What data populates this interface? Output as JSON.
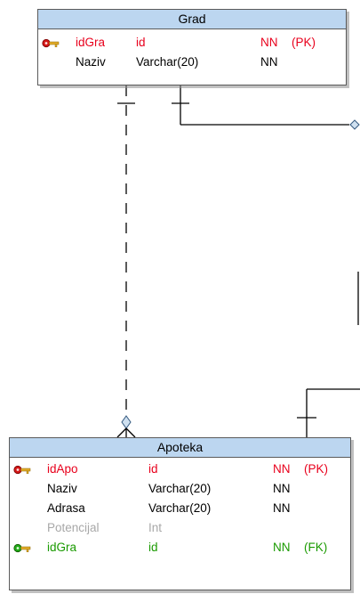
{
  "colors": {
    "pk": "#e8001c",
    "fk": "#1a9a00",
    "normal": "#000000",
    "muted": "#a8a8a8",
    "header_bg": "#bcd6f0"
  },
  "entities": {
    "grad": {
      "title": "Grad",
      "columns": [
        {
          "name": "idGra",
          "type": "id",
          "null": "NN",
          "key": "(PK)",
          "kind": "pk",
          "icon": "primary-key-icon"
        },
        {
          "name": "Naziv",
          "type": "Varchar(20)",
          "null": "NN",
          "key": "",
          "kind": "normal",
          "icon": ""
        }
      ]
    },
    "apoteka": {
      "title": "Apoteka",
      "columns": [
        {
          "name": "idApo",
          "type": "id",
          "null": "NN",
          "key": "(PK)",
          "kind": "pk",
          "icon": "primary-key-icon"
        },
        {
          "name": "Naziv",
          "type": "Varchar(20)",
          "null": "NN",
          "key": "",
          "kind": "normal",
          "icon": ""
        },
        {
          "name": "Adrasa",
          "type": "Varchar(20)",
          "null": "NN",
          "key": "",
          "kind": "normal",
          "icon": ""
        },
        {
          "name": "Potencijal",
          "type": "Int",
          "null": "",
          "key": "",
          "kind": "muted",
          "icon": ""
        },
        {
          "name": "idGra",
          "type": "id",
          "null": "NN",
          "key": "(FK)",
          "kind": "fk",
          "icon": "foreign-key-icon"
        }
      ]
    }
  }
}
